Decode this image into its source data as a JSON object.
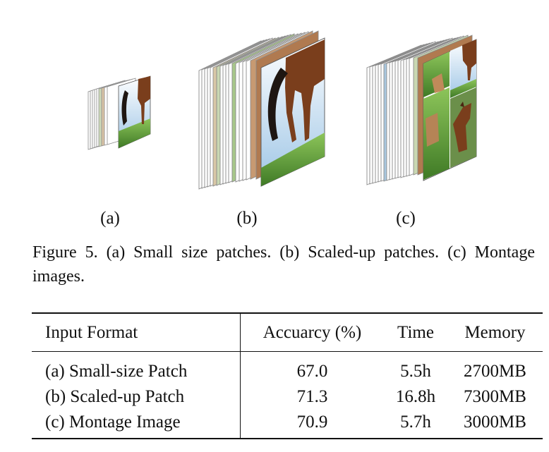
{
  "figure": {
    "subfigures": [
      {
        "label": "(a)",
        "description": "Small size patches"
      },
      {
        "label": "(b)",
        "description": "Scaled-up patches"
      },
      {
        "label": "(c)",
        "description": "Montage images"
      }
    ],
    "caption": "Figure 5. (a) Small size patches. (b) Scaled-up patches. (c) Montage images."
  },
  "table": {
    "headers": [
      "Input Format",
      "Accuarcy (%)",
      "Time",
      "Memory"
    ],
    "rows": [
      [
        "(a) Small-size Patch",
        "67.0",
        "5.5h",
        "2700MB"
      ],
      [
        "(b) Scaled-up Patch",
        "71.3",
        "16.8h",
        "7300MB"
      ],
      [
        "(c) Montage Image",
        "70.9",
        "5.7h",
        "3000MB"
      ]
    ]
  },
  "colors": {
    "sky": "#cfe3f3",
    "grass": "#5e9a3a",
    "horse": "#7a3e1c"
  }
}
